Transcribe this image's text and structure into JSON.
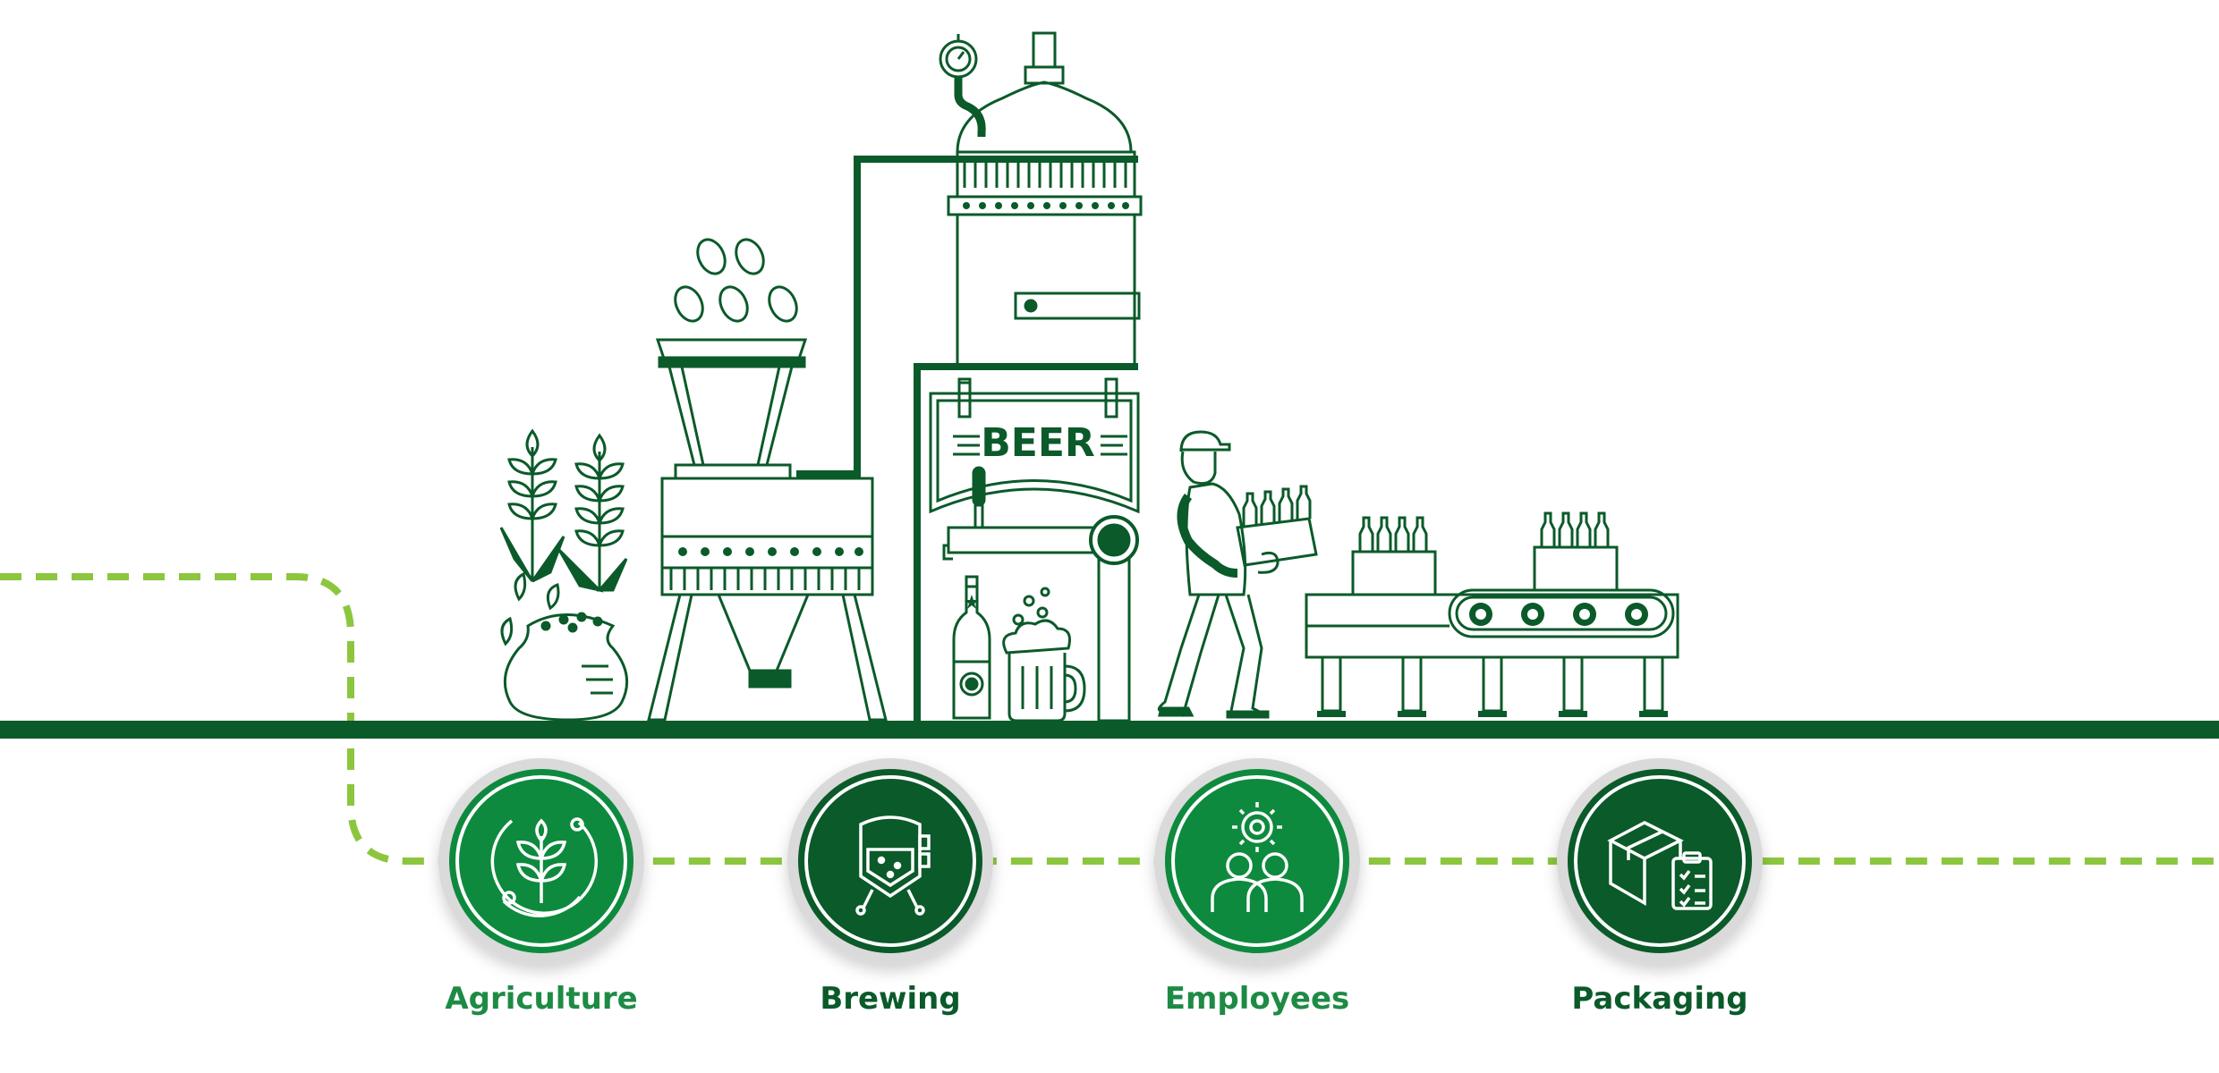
{
  "sign": {
    "text": "BEER"
  },
  "stages": [
    {
      "label": "Agriculture",
      "icon": "wheat-cycle-icon",
      "label_color": "#1E8B45"
    },
    {
      "label": "Brewing",
      "icon": "brewing-tank-icon",
      "label_color": "#0B5A2A"
    },
    {
      "label": "Employees",
      "icon": "team-gear-icon",
      "label_color": "#1E8B45"
    },
    {
      "label": "Packaging",
      "icon": "box-checklist-icon",
      "label_color": "#0B5A2A"
    }
  ],
  "colors": {
    "line_art": "#0B5A2A",
    "ground": "#0B5A2A",
    "dashed_path": "#8CC63F",
    "circle_light": "#0E8A3E",
    "circle_dark": "#0B5A2A",
    "circle_halo": "#DADADA"
  }
}
